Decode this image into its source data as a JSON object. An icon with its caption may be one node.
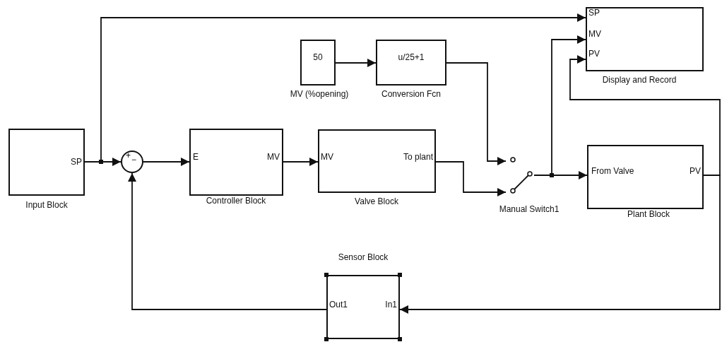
{
  "diagram": {
    "nodes": [
      {
        "text": [
          "SP",
          "Input Block"
        ]
      },
      {
        "text": [
          "+",
          "−"
        ]
      },
      {
        "text": [
          "E",
          "MV",
          "Controller Block"
        ]
      },
      {
        "text": [
          "MV",
          "To plant",
          "Valve Block"
        ]
      },
      {
        "text": [
          "50",
          "MV (%opening)"
        ]
      },
      {
        "text": [
          "u/25+1",
          "Conversion Fcn"
        ]
      },
      {
        "text": [
          "Manual Switch1"
        ]
      },
      {
        "text": [
          "SP",
          "MV",
          "PV",
          "Display and Record"
        ]
      },
      {
        "text": [
          "From Valve",
          "PV",
          "Plant Block"
        ]
      },
      {
        "text": [
          "Sensor Block",
          "Out1",
          "In1"
        ]
      }
    ],
    "edges": [
      {
        "from": 0,
        "to": 1,
        "arrow": "to"
      },
      {
        "from": 0,
        "to": 7,
        "arrow": "to"
      },
      {
        "from": 1,
        "to": 2,
        "arrow": "to"
      },
      {
        "from": 2,
        "to": 3,
        "arrow": "to"
      },
      {
        "from": 4,
        "to": 5,
        "arrow": "to"
      },
      {
        "from": 5,
        "to": 6,
        "arrow": "to"
      },
      {
        "from": 3,
        "to": 6,
        "arrow": "to"
      },
      {
        "from": 6,
        "to": 8,
        "arrow": "to"
      },
      {
        "from": 6,
        "to": 7,
        "arrow": "to"
      },
      {
        "from": 8,
        "to": 7,
        "arrow": "to"
      },
      {
        "from": 8,
        "to": 9,
        "arrow": "to"
      },
      {
        "from": 9,
        "to": 1,
        "arrow": "to"
      }
    ]
  }
}
